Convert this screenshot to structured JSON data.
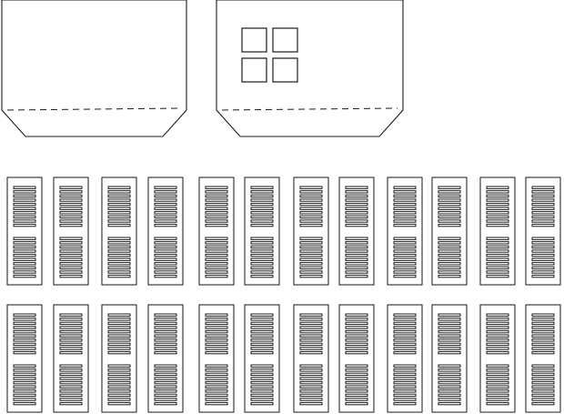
{
  "sheet": {
    "pieces": [
      {
        "name": "house-panel-plain",
        "has_window": false
      },
      {
        "name": "house-panel-window",
        "has_window": true,
        "window_panes": 4
      }
    ],
    "shutter_rows": 2,
    "shutters_per_row": 12,
    "slat_groups_per_shutter": 2,
    "slats_per_group": 10,
    "line_color": "#1a1a1a",
    "background_color": "#ffffff"
  }
}
